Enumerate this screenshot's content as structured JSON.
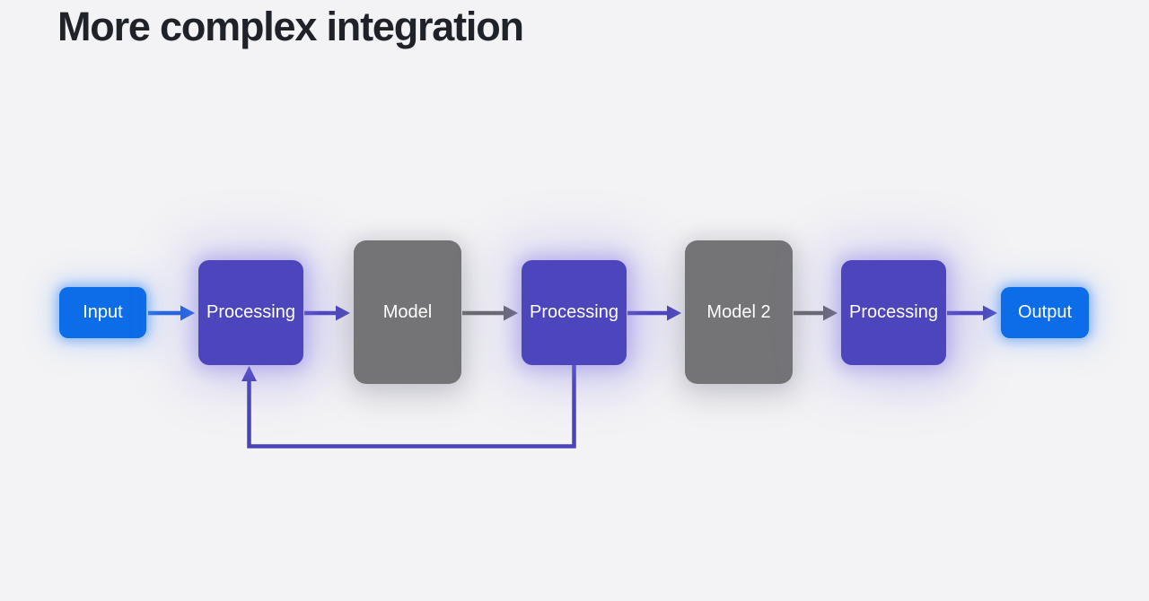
{
  "title": "More complex integration",
  "diagram": {
    "nodes": [
      {
        "id": "input",
        "label": "Input",
        "type": "io"
      },
      {
        "id": "processing-1",
        "label": "Processing",
        "type": "processing"
      },
      {
        "id": "model-1",
        "label": "Model",
        "type": "model"
      },
      {
        "id": "processing-2",
        "label": "Processing",
        "type": "processing"
      },
      {
        "id": "model-2",
        "label": "Model 2",
        "type": "model"
      },
      {
        "id": "processing-3",
        "label": "Processing",
        "type": "processing"
      },
      {
        "id": "output",
        "label": "Output",
        "type": "io"
      }
    ],
    "edges": [
      {
        "from": "input",
        "to": "processing-1",
        "color": "blue",
        "route": "straight"
      },
      {
        "from": "processing-1",
        "to": "model-1",
        "color": "purple",
        "route": "straight"
      },
      {
        "from": "model-1",
        "to": "processing-2",
        "color": "gray",
        "route": "straight"
      },
      {
        "from": "processing-2",
        "to": "model-2",
        "color": "purple",
        "route": "straight"
      },
      {
        "from": "model-2",
        "to": "processing-3",
        "color": "gray",
        "route": "straight"
      },
      {
        "from": "processing-3",
        "to": "output",
        "color": "purple",
        "route": "straight"
      },
      {
        "from": "processing-2",
        "to": "processing-1",
        "color": "purple",
        "route": "feedback-below"
      }
    ],
    "colors": {
      "io_box": "#0d6ce8",
      "processing_box": "#4c45bc",
      "model_box": "#747477",
      "arrow_blue": "#1c64e0",
      "arrow_purple": "#4a43bd",
      "arrow_gray": "#69696b",
      "background": "#f3f3f5",
      "title_text": "#1f2228",
      "node_text": "#ffffff"
    }
  }
}
